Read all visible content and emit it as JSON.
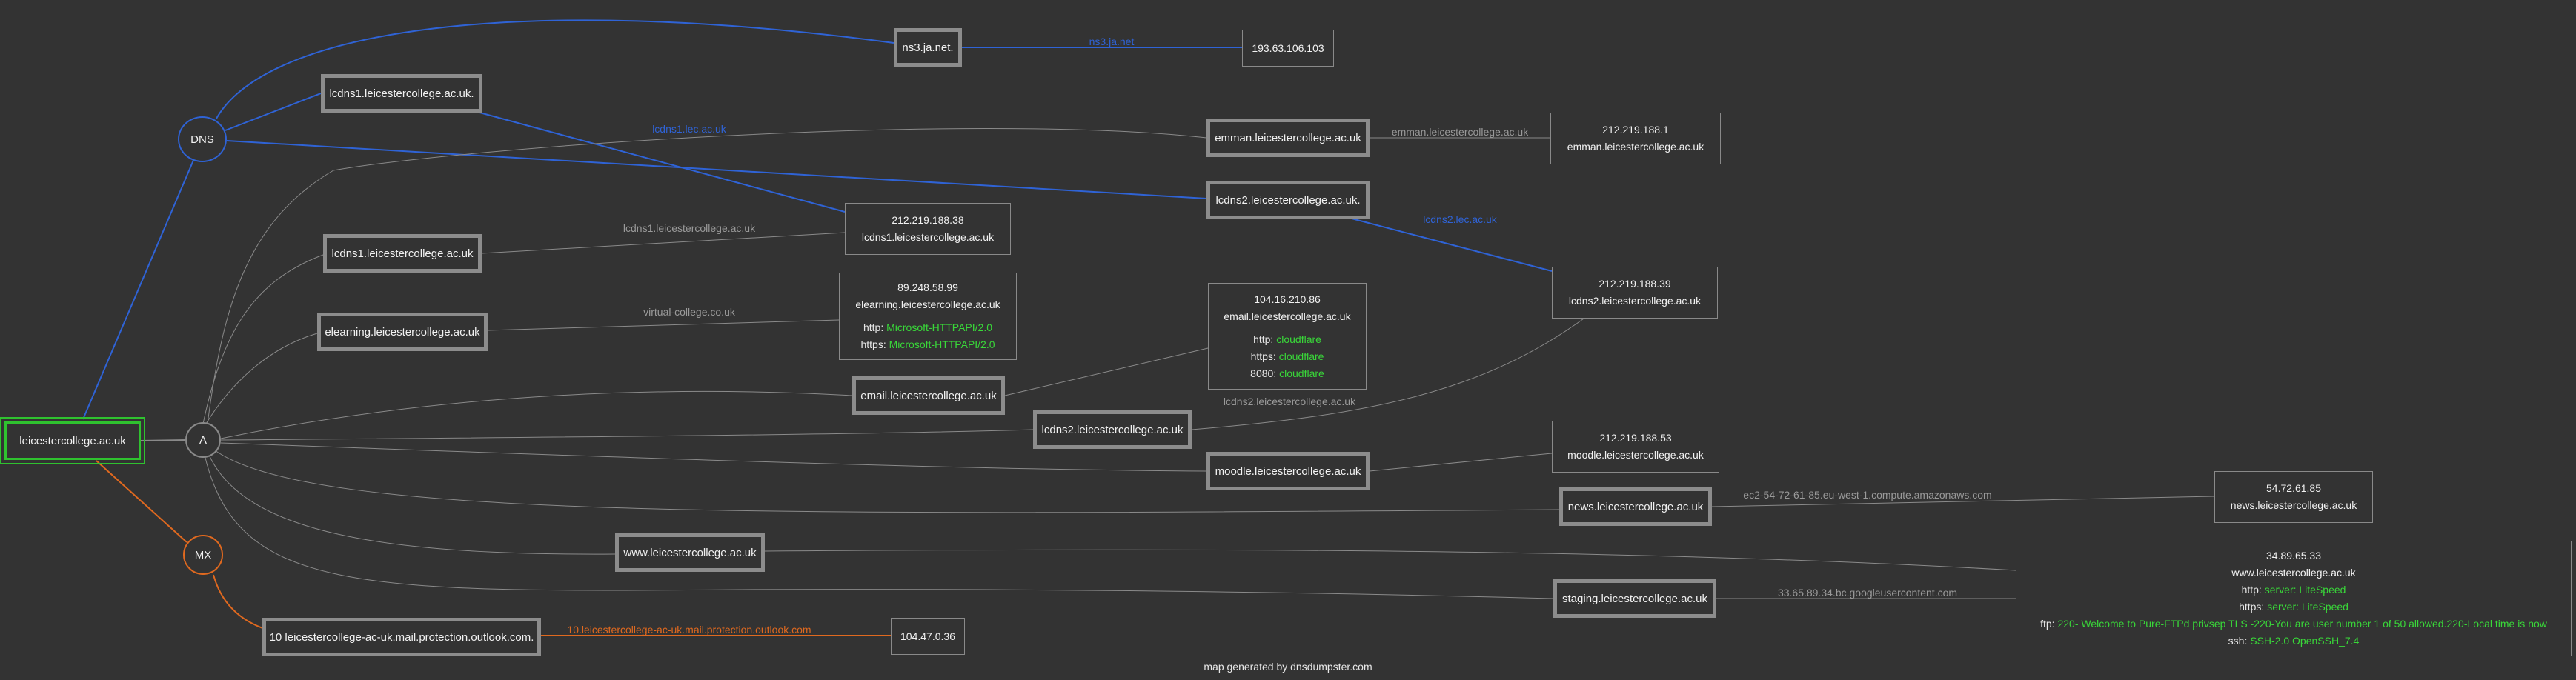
{
  "colors": {
    "background": "#333333",
    "dns": "#2f63d6",
    "mx": "#e0691f",
    "a": "#8a8a8a",
    "root": "#2fc22f",
    "service": "#39d839"
  },
  "root": {
    "label": "leicestercollege.ac.uk"
  },
  "groups": {
    "dns": "DNS",
    "a": "A",
    "mx": "MX"
  },
  "hosts": {
    "ns3": "ns3.ja.net.",
    "lcdns1_dns": "lcdns1.leicestercollege.ac.uk.",
    "emman": "emman.leicestercollege.ac.uk",
    "lcdns2_dns": "lcdns2.leicestercollege.ac.uk.",
    "lcdns1_a": "lcdns1.leicestercollege.ac.uk",
    "elearning": "elearning.leicestercollege.ac.uk",
    "email": "email.leicestercollege.ac.uk",
    "lcdns2_a": "lcdns2.leicestercollege.ac.uk",
    "moodle": "moodle.leicestercollege.ac.uk",
    "news": "news.leicestercollege.ac.uk",
    "www": "www.leicestercollege.ac.uk",
    "staging": "staging.leicestercollege.ac.uk",
    "mx10": "10 leicestercollege-ac-uk.mail.protection.outlook.com."
  },
  "info": {
    "ip_193": {
      "ip": "193.63.106.103"
    },
    "ip_emman": {
      "ip": "212.219.188.1",
      "host": "emman.leicestercollege.ac.uk"
    },
    "ip_lcdns1": {
      "ip": "212.219.188.38",
      "host": "lcdns1.leicestercollege.ac.uk"
    },
    "ip_elearning": {
      "ip": "89.248.58.99",
      "host": "elearning.leicestercollege.ac.uk",
      "http_key": "http:",
      "http_val": "Microsoft-HTTPAPI/2.0",
      "https_key": "https:",
      "https_val": "Microsoft-HTTPAPI/2.0"
    },
    "ip_email": {
      "ip": "104.16.210.86",
      "host": "email.leicestercollege.ac.uk",
      "http_key": "http:",
      "http_val": "cloudflare",
      "https_key": "https:",
      "https_val": "cloudflare",
      "p8080_key": "8080:",
      "p8080_val": "cloudflare"
    },
    "ip_lcdns2": {
      "ip": "212.219.188.39",
      "host": "lcdns2.leicestercollege.ac.uk"
    },
    "ip_moodle": {
      "ip": "212.219.188.53",
      "host": "moodle.leicestercollege.ac.uk"
    },
    "ip_news": {
      "ip": "54.72.61.85",
      "host": "news.leicestercollege.ac.uk"
    },
    "ip_www": {
      "ip": "34.89.65.33",
      "host": "www.leicestercollege.ac.uk",
      "http_key": "http:",
      "http_val": "server: LiteSpeed",
      "https_key": "https:",
      "https_val": "server: LiteSpeed",
      "ftp_key": "ftp:",
      "ftp_val": "220- Welcome to Pure-FTPd privsep TLS -220-You are user number 1 of 50 allowed.220-Local time is now",
      "ssh_key": "ssh:",
      "ssh_val": "SSH-2.0 OpenSSH_7.4"
    },
    "ip_mx": {
      "ip": "104.47.0.36"
    }
  },
  "edge_labels": {
    "ns3": "ns3.ja.net",
    "lcdns1_ptr_dns": "lcdns1.lec.ac.uk",
    "emman": "emman.leicestercollege.ac.uk",
    "lcdns2_ptr_dns": "lcdns2.lec.ac.uk",
    "lcdns1_ptr_a": "lcdns1.leicestercollege.ac.uk",
    "elearning": "virtual-college.co.uk",
    "lcdns2_ptr_a": "lcdns2.leicestercollege.ac.uk",
    "news": "ec2-54-72-61-85.eu-west-1.compute.amazonaws.com",
    "staging": "33.65.89.34.bc.googleusercontent.com",
    "mx": "10.leicestercollege-ac-uk.mail.protection.outlook.com"
  },
  "footer": "map generated by dnsdumpster.com"
}
